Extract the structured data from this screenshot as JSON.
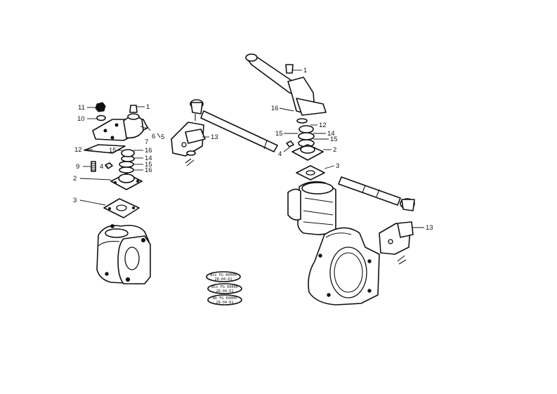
{
  "callouts": {
    "left": {
      "n1": "1",
      "n11": "11",
      "n10": "10",
      "n6": "6",
      "n7": "7",
      "n5": "5",
      "n12": "12",
      "n15": "15",
      "n16a": "16",
      "n14": "14",
      "n4": "4",
      "n15b": "15",
      "n16b": "16",
      "n9": "9",
      "n2": "2",
      "n3": "3"
    },
    "center": {
      "n13": "13"
    },
    "right": {
      "n1": "1",
      "n16": "16",
      "n12": "12",
      "n15a": "15",
      "n14": "14",
      "n15b": "15",
      "n4": "4",
      "n2": "2",
      "n3": "3",
      "n13": "13"
    }
  },
  "serial_stamps": [
    {
      "line1": "Bis FG 60000",
      "line2": "28-04-61"
    },
    {
      "line1": "Bis FG 60000",
      "line2": "28-04-61"
    },
    {
      "line1": "Ab FG 60000",
      "line2": "28-04-61"
    }
  ]
}
